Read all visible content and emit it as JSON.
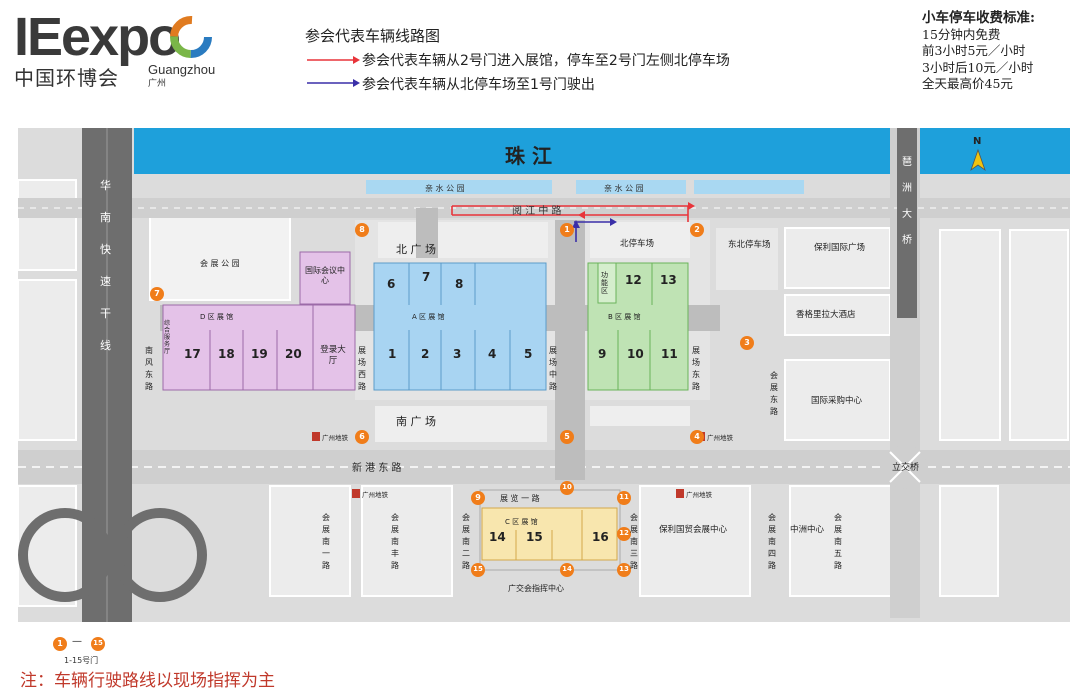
{
  "header": {
    "logo_main": "IEexpo",
    "logo_cn": "中国环博会",
    "logo_city_en": "Guangzhou",
    "logo_city_cn": "广州",
    "route_legend_title": "参会代表车辆线路图",
    "route_in": "参会代表车辆从2号门进入展馆，停车至2号门左侧北停车场",
    "route_out": "参会代表车辆从北停车场至1号门驶出"
  },
  "fees": {
    "title": "小车停车收费标准:",
    "lines": [
      "15分钟内免费",
      "前3小时5元／小时",
      "3小时后10元／小时",
      "全天最高价45元"
    ]
  },
  "colors": {
    "river": "#1ea0db",
    "route_in": "#e8343a",
    "route_out": "#3a2fa8",
    "gate": "#f07d1a",
    "zone_a": "#a8d4f2",
    "zone_b": "#bfe3b4",
    "zone_c": "#f8e6ae",
    "zone_d": "#e4c2e8"
  },
  "map": {
    "river": "珠  江",
    "park_label": "亲 水 公 园",
    "yuejiang_road": "阅  江  中  路",
    "north_plaza": "北     广     场",
    "south_plaza": "南     广     场",
    "north_parking": "北停车场",
    "ne_parking": "东北停车场",
    "poly_plaza": "保利国际广场",
    "shangrila": "香格里拉大酒店",
    "purchase_center": "国际采购中心",
    "exhibition_park": "会 展 公 园",
    "intl_conference": "国际会议中心",
    "registration_hall": "登录大厅",
    "service_hall": "综合服务厅",
    "func_zone": "功能区",
    "zone_a": "A  区  展  馆",
    "zone_b": "B  区  展  馆",
    "zone_c": "C  区  展  馆",
    "zone_d": "D  区  展  馆",
    "hall_numbers_a": [
      "6",
      "7",
      "8",
      "1",
      "2",
      "3",
      "4",
      "5"
    ],
    "hall_numbers_b": [
      "12",
      "13",
      "9",
      "10",
      "11"
    ],
    "hall_numbers_c": [
      "14",
      "15",
      "16"
    ],
    "hall_numbers_d": [
      "17",
      "18",
      "19",
      "20"
    ],
    "huanan_expressway": "华南快速干线",
    "liede_bridge": "琶洲大桥",
    "nanfeng_east_road": "南风东路",
    "west_road": "展场西路",
    "middle_road": "展场中路",
    "east_road": "展场东路",
    "huizhan_east_road": "会展东路",
    "xingang_road": "新      港      东      路",
    "lijiao_bridge": "立交桥",
    "zhanlan_road": "展 览 一 路",
    "huizhan_s1": "会展南一路",
    "huizhan_s2": "会展南二路",
    "huizhan_s3": "会展南三路",
    "huizhan_s4": "会展南四路",
    "huizhan_s5": "会展南五路",
    "huizhan_sfeng": "会展南丰路",
    "poly_world_trade": "保利国贸会展中心",
    "zhongzhou_center": "中洲中心",
    "command_center": "广交会指挥中心",
    "metro_label": "广州地铁",
    "north_arrow": "N",
    "gates": [
      "1",
      "2",
      "3",
      "4",
      "5",
      "6",
      "7",
      "8",
      "9",
      "10",
      "11",
      "12",
      "13",
      "14",
      "15"
    ]
  },
  "gate_legend": {
    "from": "1",
    "dash": "—",
    "to": "15",
    "caption": "1-15号门"
  },
  "footnote": "注：车辆行驶路线以现场指挥为主"
}
